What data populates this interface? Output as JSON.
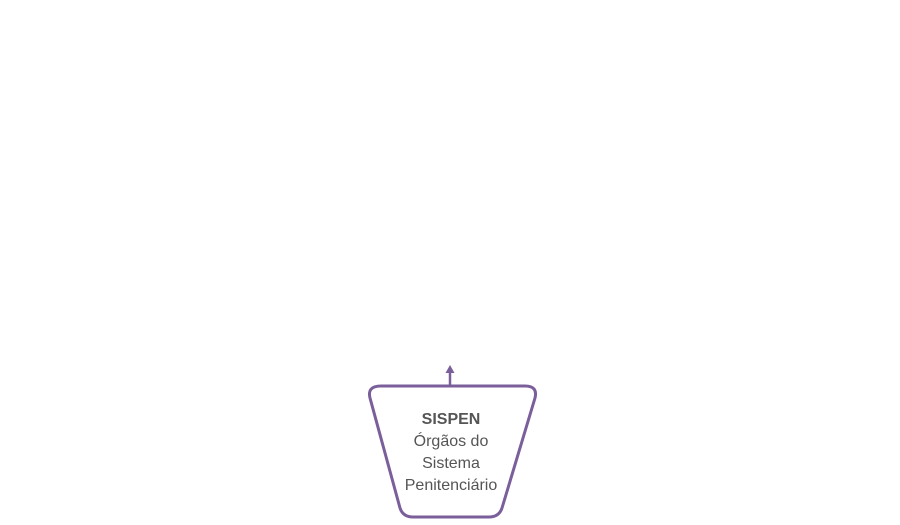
{
  "diagram": {
    "node": {
      "title": "SISPEN",
      "lines": [
        "Órgãos do",
        "Sistema",
        "Penitenciário"
      ]
    },
    "colors": {
      "stroke": "#7a5f9b",
      "text": "#555555",
      "background": "#ffffff"
    }
  }
}
